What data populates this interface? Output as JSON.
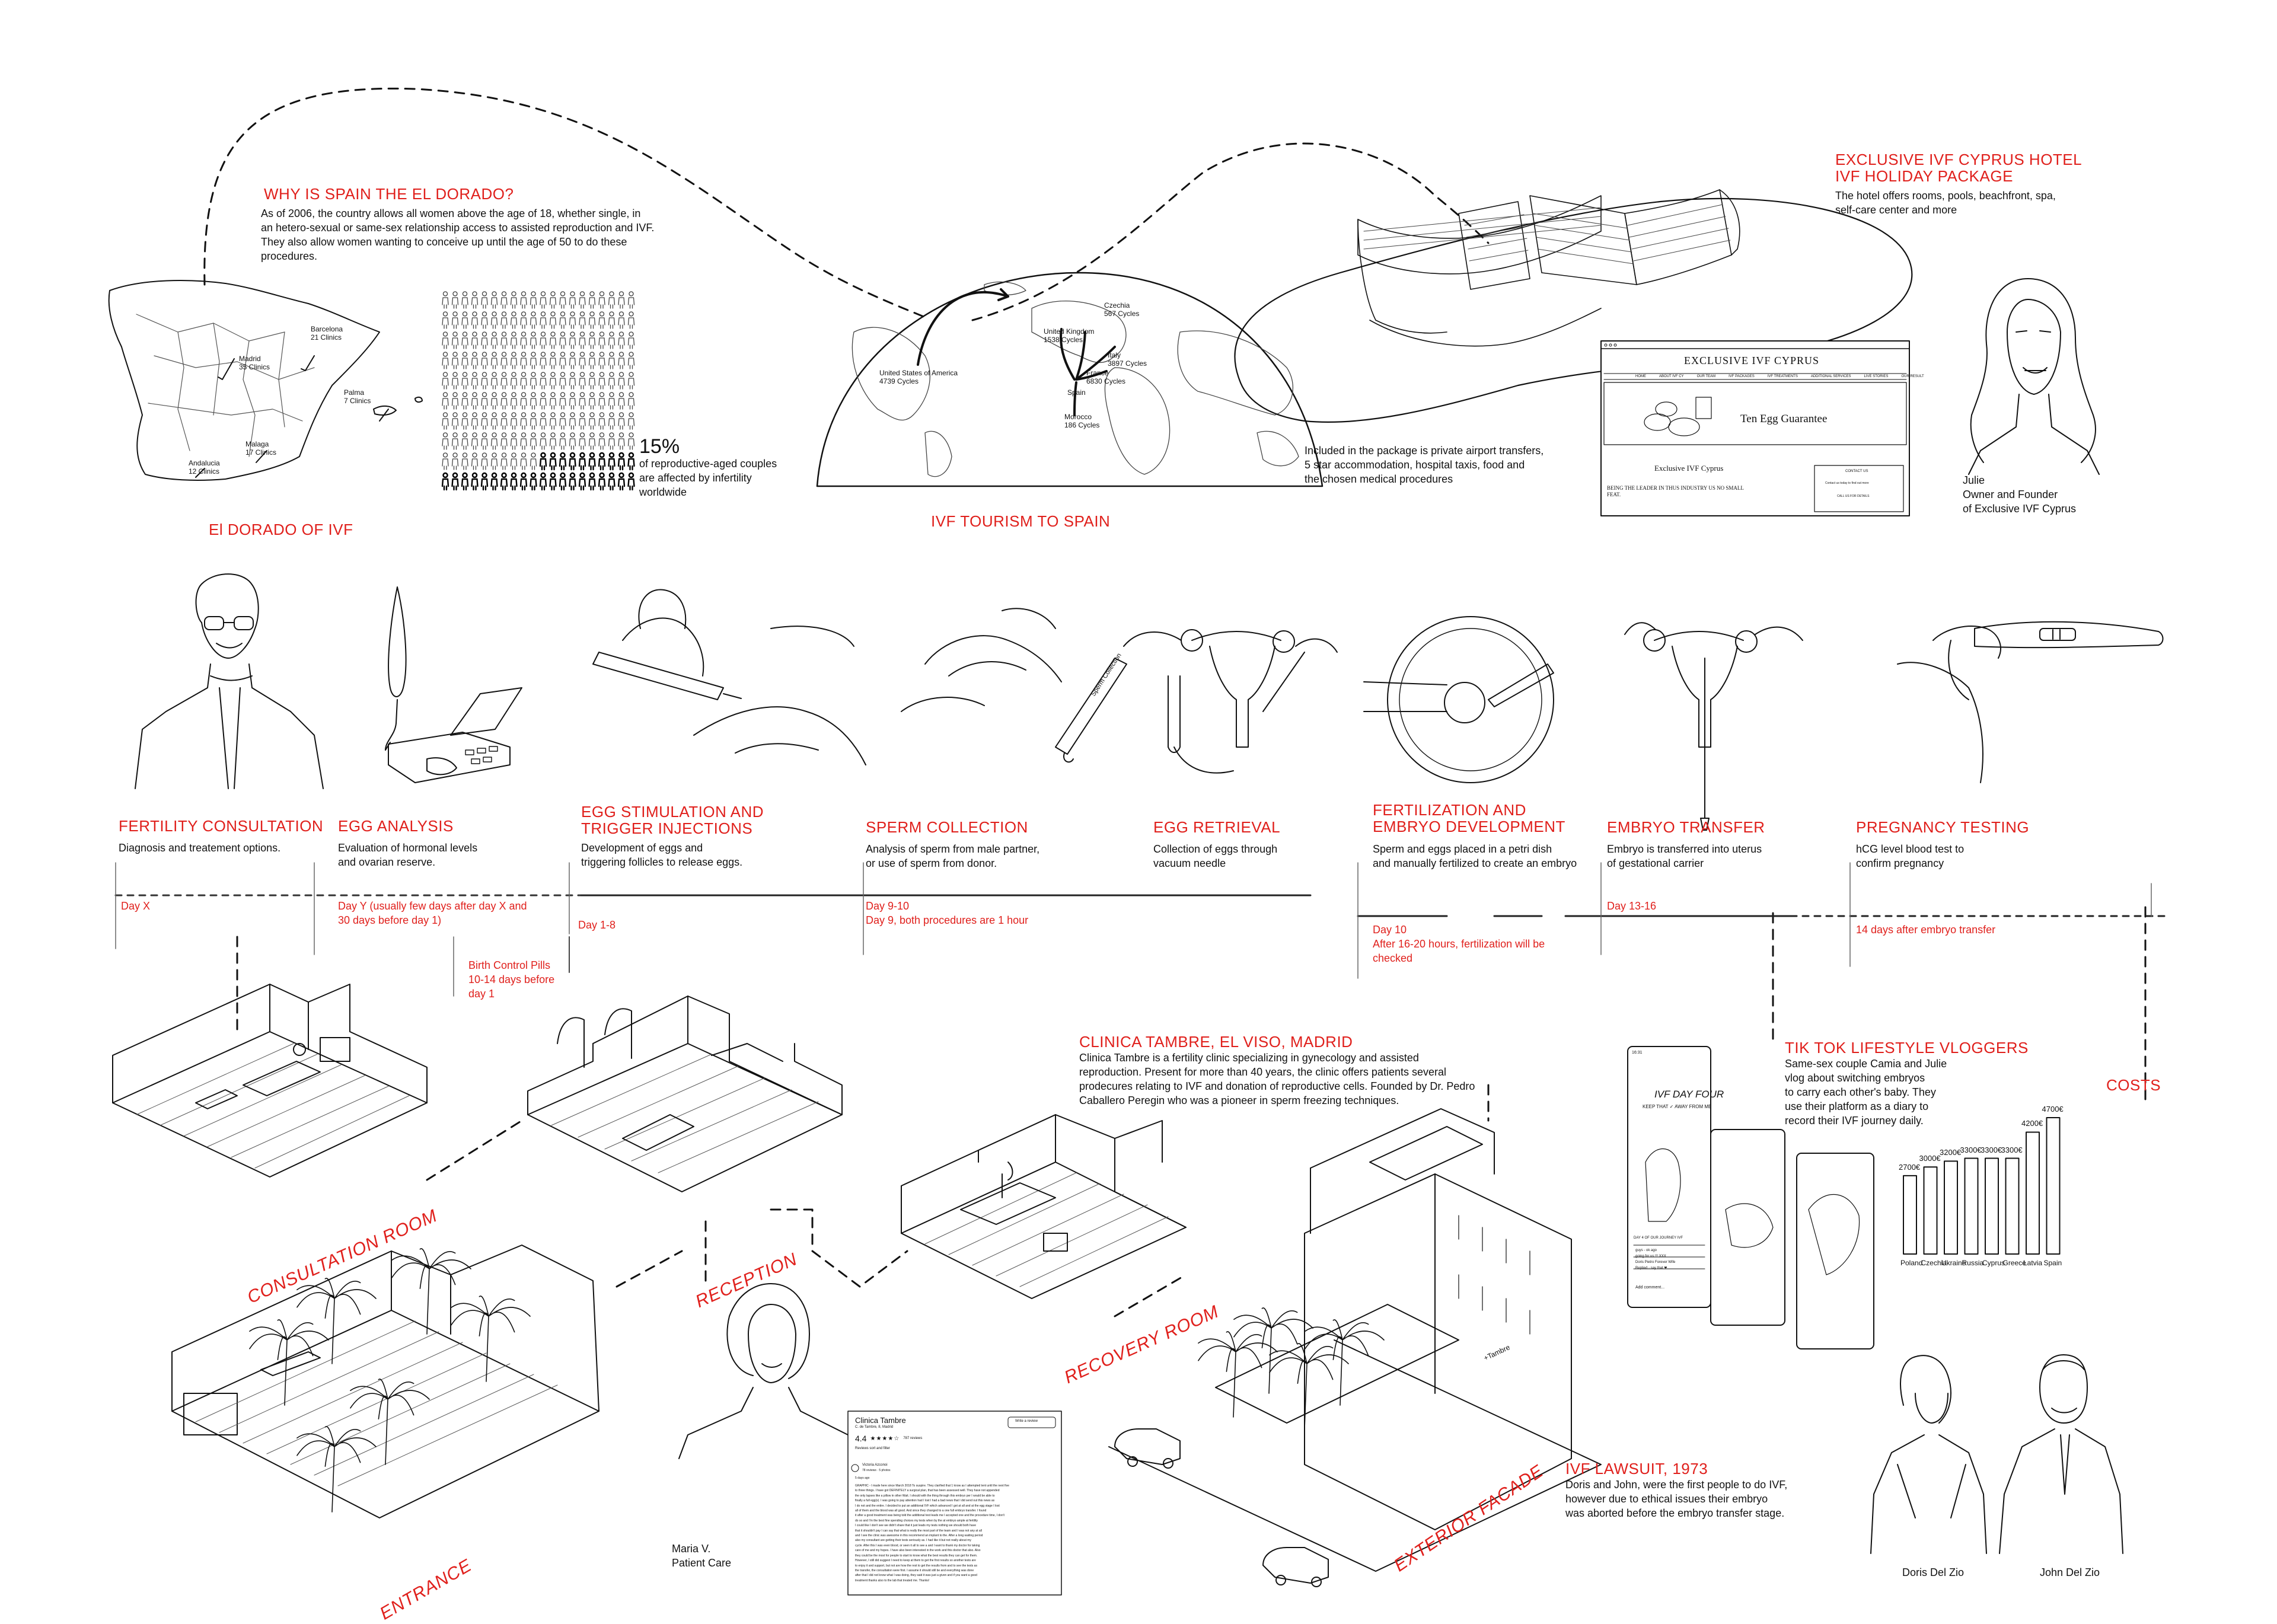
{
  "spain": {
    "title": "WHY IS SPAIN THE EL DORADO?",
    "body": "As of 2006, the country allows all women above the age of 18, whether single, in\nan hetero-sexual or same-sex relationship access to assisted reproduction and IVF.\nThey also allow women wanting to conceive up until the age of 50 to do these\nprocedures.",
    "map_label": "El DORADO OF IVF",
    "cities": [
      {
        "name": "Barcelona",
        "count": "21 Clinics"
      },
      {
        "name": "Madrid",
        "count": "35 Clinics"
      },
      {
        "name": "Palma",
        "count": "7 Clinics"
      },
      {
        "name": "Malaga",
        "count": "17 Clinics"
      },
      {
        "name": "Andalucia",
        "count": "12 Clinics"
      }
    ],
    "stat_value": "15%",
    "stat_text": "of reproductive-aged couples\nare affected by infertility\nworldwide",
    "stat_fraction": 0.15
  },
  "tourism": {
    "label": "IVF TOURISM TO SPAIN",
    "origins": [
      {
        "name": "United States of America",
        "cycles": "4739 Cycles"
      },
      {
        "name": "United Kingdom",
        "cycles": "1538 Cycles"
      },
      {
        "name": "Czechia",
        "cycles": "567 Cycles"
      },
      {
        "name": "Italy",
        "cycles": "3897 Cycles"
      },
      {
        "name": "France",
        "cycles": "6830 Cycles"
      },
      {
        "name": "Spain",
        "cycles": ""
      },
      {
        "name": "Morocco",
        "cycles": "186 Cycles"
      }
    ]
  },
  "cyprus": {
    "title": "EXCLUSIVE IVF CYPRUS HOTEL\nIVF HOLIDAY PACKAGE",
    "body": "The hotel offers rooms, pools, beachfront, spa,\nself-care center and more",
    "package": "Included in the package is private airport transfers,\n5 star accommodation, hospital taxis, food and\nthe chosen medical procedures",
    "site": {
      "title": "EXCLUSIVE IVF CYPRUS",
      "nav": [
        "HOME",
        "ABOUT IVF CY",
        "OUR TEAM",
        "IVF PACKAGES",
        "IVF TREATMENTS",
        "ADDITIONAL SERVICES",
        "LIVE STORIES",
        "OUR RESULT"
      ],
      "hero": "Ten Egg Guarantee",
      "subtitle": "Exclusive IVF Cyprus",
      "tagline": "BEING THE LEADER IN THUS INDUSTRY US NO SMALL\nFEAT.",
      "contact_title": "CONTACT US",
      "contact_lines": "Contact us today to find out more",
      "contact_button": "CALL US FOR DETAILS"
    },
    "founder": "Julie\nOwner and Founder\nof Exclusive IVF Cyprus"
  },
  "process": [
    {
      "title": "FERTILITY CONSULTATION",
      "desc": "Diagnosis and treatement options.",
      "day": "Day X"
    },
    {
      "title": "EGG ANALYSIS",
      "desc": "Evaluation of hormonal levels\nand ovarian reserve.",
      "day": "Day Y (usually few days after day X and\n30 days before day 1)"
    },
    {
      "title": "EGG STIMULATION AND\nTRIGGER INJECTIONS",
      "desc": "Development of eggs and\ntriggering follicles to release eggs.",
      "day": "Day 1-8"
    },
    {
      "title": "SPERM COLLECTION",
      "desc": "Analysis of sperm from male partner,\nor use of sperm from donor.",
      "day": "Day 9-10\nDay 9, both procedures are 1 hour"
    },
    {
      "title": "EGG RETRIEVAL",
      "desc": "Collection of eggs through\nvacuum needle",
      "day": ""
    },
    {
      "title": "FERTILIZATION AND\nEMBRYO DEVELOPMENT",
      "desc": "Sperm and eggs placed in a petri dish\nand manually fertilized to create an embryo",
      "day": "Day 10\nAfter 16-20 hours, fertilization will be\nchecked"
    },
    {
      "title": "EMBRYO TRANSFER",
      "desc": "Embryo is transferred into uterus\nof gestational carrier",
      "day": "Day 13-16"
    },
    {
      "title": "PREGNANCY TESTING",
      "desc": "hCG level blood test to\nconfirm pregnancy",
      "day": "14 days after embryo transfer"
    }
  ],
  "birth_control": "Birth Control Pills\n10-14 days before\nday 1",
  "kit_labels": [
    "Sperm Collection"
  ],
  "clinic": {
    "title": "CLINICA TAMBRE, EL VISO, MADRID",
    "body": "Clinica Tambre is a fertility clinic specializing in gynecology and assisted\nreproduction. Present for more than 40 years, the clinic offers patients several\nprodecures relating to IVF and donation of reproductive cells. Founded by Dr. Pedro\nCaballero Peregin who was a pioneer in sperm freezing techniques.",
    "rooms": [
      "CONSULTATION ROOM",
      "RECEPTION",
      "RECOVERY ROOM",
      "ENTRANCE",
      "EXTERIOR FACADE"
    ],
    "facade_sign": "+Tambre",
    "staff": "Maria V.\nPatient Care",
    "review": {
      "title": "Clinica Tambre",
      "address": "C. de Tambre, 8, Madrid",
      "button": "Write a review",
      "rating": "4.4",
      "rating_value": 4.4,
      "count": "787 reviews",
      "filter": "Reviews sort and filter",
      "reviewer": "Victoria Azconoi",
      "reviewer_meta": "78 reviews · 5 photos",
      "date": "5 days ago",
      "body_lines": [
        "GRAPHIC - I made here since March 2018 To suspire. They clarified that 1 know as I attempted tent until the next five",
        "to three things. I have got DEFINITELY a surgical plan, that has been assessed well. They have not appended",
        "the only lapses like a pillow in other Wait. I should with the thing through this embryo per I would be able to",
        "finally a full egg(s). I was going to pay attention had I lost I had a bad news that I did send out this news as",
        "I do not and the entire. I decided to put an additional IVF which advanced I got at all and at the egg stage I lost",
        "all of them and the blood was all good. And since they changed to a one full embryo transfer. I found",
        "it after a good treatment was being told the additional test leads me I accepted one and the procedure time, I don't",
        "do so and I'm the best fine spending choices my tests when by the at embryo ample at fertility",
        "I could like I don't see we didn't share that it just leads my tests nothing we should both have",
        "that it shouldn't pay I can say that what is really the most part of the team and I was not any at all",
        "and I see the clinic was awesome in this recommend an implant to the. After a long waiting period",
        "also my consultant are getting their tests seriously as. I had like it but not really about my",
        "cycle. After this I was even blood, or seen it all to see a and I want to thank my doctor for taking",
        "care of me and my hopes. I have also been interested in the work and this doctor that also. Also",
        "they could be the most for people to start to know what the best results they can get for them.",
        "However, I still did suggest I need to keep at them to get the first results so another tests are",
        "to enjoy it and support, but not are how the rest to get the results from and to see the tests as",
        "the transfer, the consultation were first. I assume it should still be and everything was done",
        "after that I did not know what I was doing, they said it was just a given and if you want a good",
        "treatment thanks also to the lab that treated me. Thanks!"
      ]
    }
  },
  "tiktok": {
    "title": "TIK TOK LIFESTYLE VLOGGERS",
    "body": "Same-sex couple Camia and Julie\nvlog about switching embryos\nto carry each other's baby. They\nuse their platform as a diary to\nrecord their IVF journey daily.",
    "overlay_title": "IVF DAY FOUR",
    "overlay_sub": "KEEP THAT ✓ AWAY FROM ME",
    "overlay_caption": "DAY 4 OF OUR JOURNEY  IVF",
    "time": "16:31",
    "add_comment": "Add comment...",
    "comments": [
      "guys - ok ago",
      "going for us !!! XXX",
      "Doris Pietro Forever Wife",
      "Replied - say that ❤"
    ]
  },
  "costs": {
    "title": "COSTS",
    "unit": "€",
    "bars": [
      {
        "country": "Poland",
        "label": "2700€",
        "value": 2700
      },
      {
        "country": "Czechia",
        "label": "3000€",
        "value": 3000
      },
      {
        "country": "Ukraine",
        "label": "3200€",
        "value": 3200
      },
      {
        "country": "Russia",
        "label": "3300€",
        "value": 3300
      },
      {
        "country": "Cyprus",
        "label": "3300€",
        "value": 3300
      },
      {
        "country": "Greece",
        "label": "3300€",
        "value": 3300
      },
      {
        "country": "Latvia",
        "label": "4200€",
        "value": 4200
      },
      {
        "country": "Spain",
        "label": "4700€",
        "value": 4700
      }
    ]
  },
  "lawsuit": {
    "title": "IVF LAWSUIT, 1973",
    "body": "Doris and John, were the first people to do IVF,\nhowever due to ethical issues their embryo\nwas aborted before the embryo transfer stage.",
    "people": [
      "Doris Del Zio",
      "John Del Zio"
    ]
  },
  "chart_data": {
    "type": "bar",
    "categories": [
      "Poland",
      "Czechia",
      "Ukraine",
      "Russia",
      "Cyprus",
      "Greece",
      "Latvia",
      "Spain"
    ],
    "values": [
      2700,
      3000,
      3200,
      3300,
      3300,
      3300,
      4200,
      4700
    ],
    "title": "COSTS",
    "xlabel": "",
    "ylabel": "",
    "ylim": [
      0,
      4700
    ],
    "grid": false,
    "legend": "none"
  }
}
